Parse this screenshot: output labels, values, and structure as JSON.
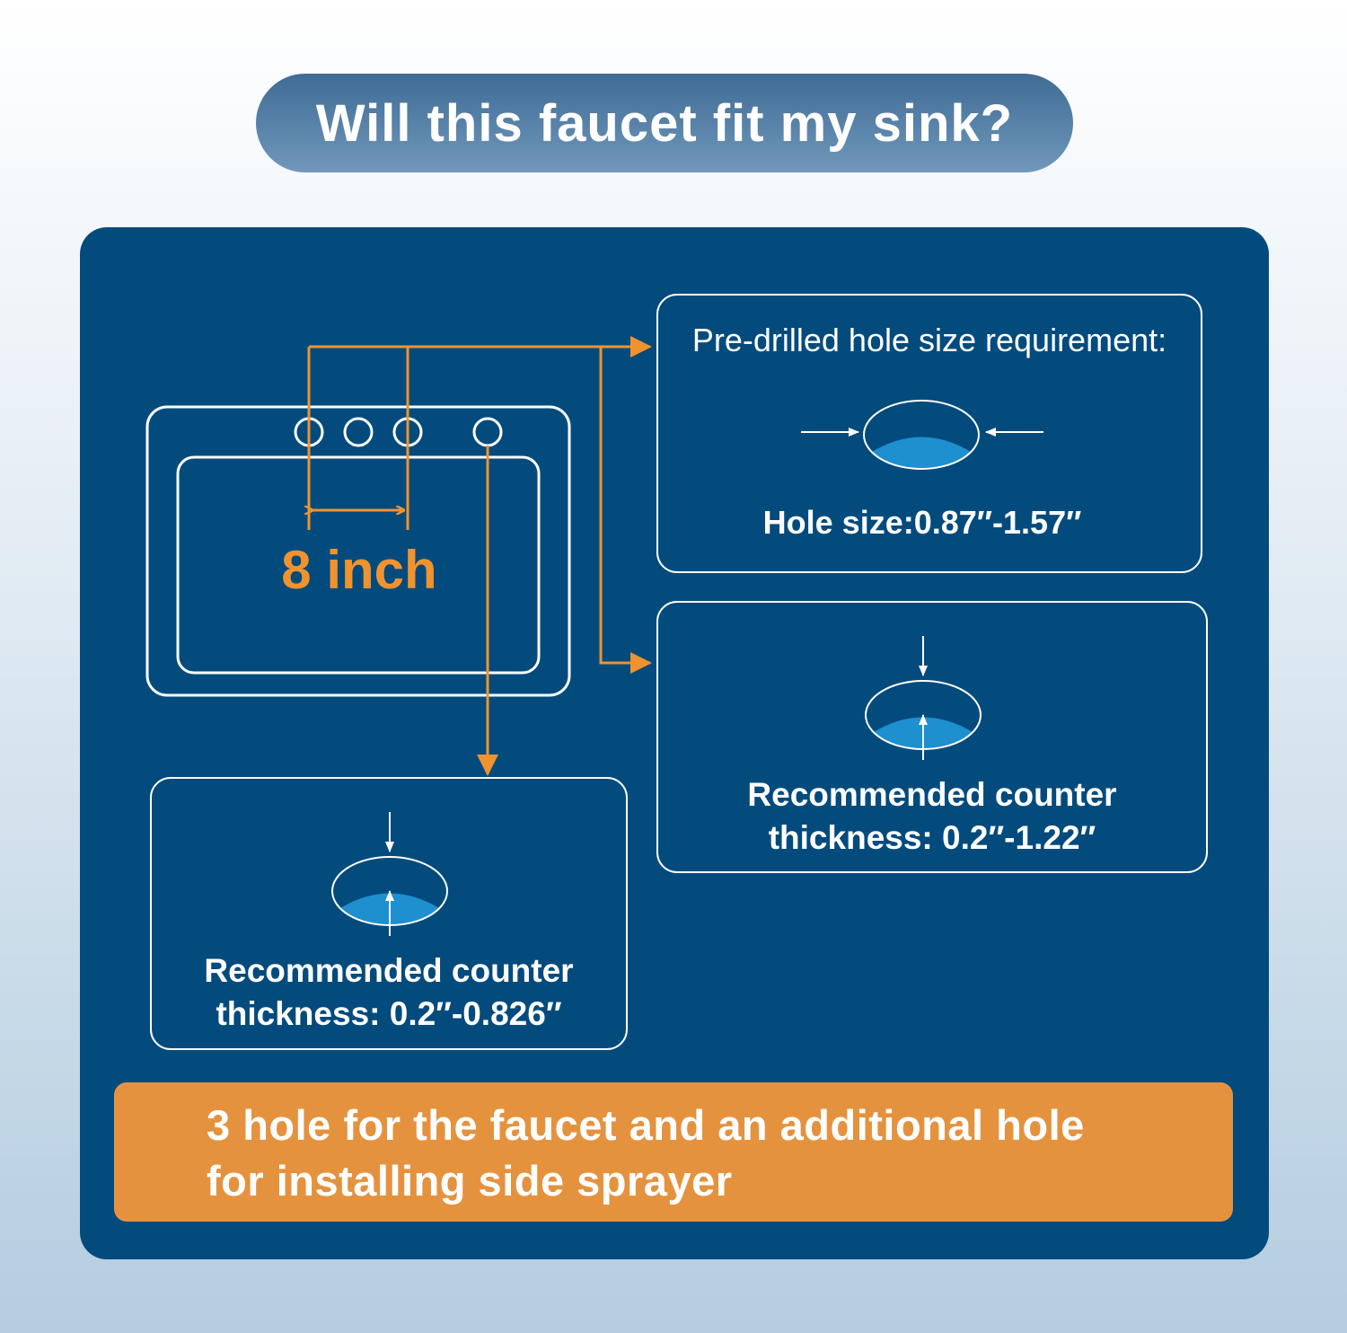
{
  "title": "Will this faucet fit my sink?",
  "sink": {
    "spacing_label": "8 inch"
  },
  "hole_box": {
    "heading": "Pre-drilled hole size requirement:",
    "value": "Hole size:0.87″-1.57″"
  },
  "counter_box_right": {
    "line1": "Recommended counter",
    "line2": "thickness:  0.2″-1.22″"
  },
  "counter_box_left": {
    "line1": "Recommended counter",
    "line2": "thickness:  0.2″-0.826″"
  },
  "banner": {
    "line1": "3 hole for the faucet and an additional hole",
    "line2": "for installing side sprayer"
  },
  "colors": {
    "panel": "#034b7d",
    "accent": "#e5923e",
    "water": "#1e8fcf"
  }
}
